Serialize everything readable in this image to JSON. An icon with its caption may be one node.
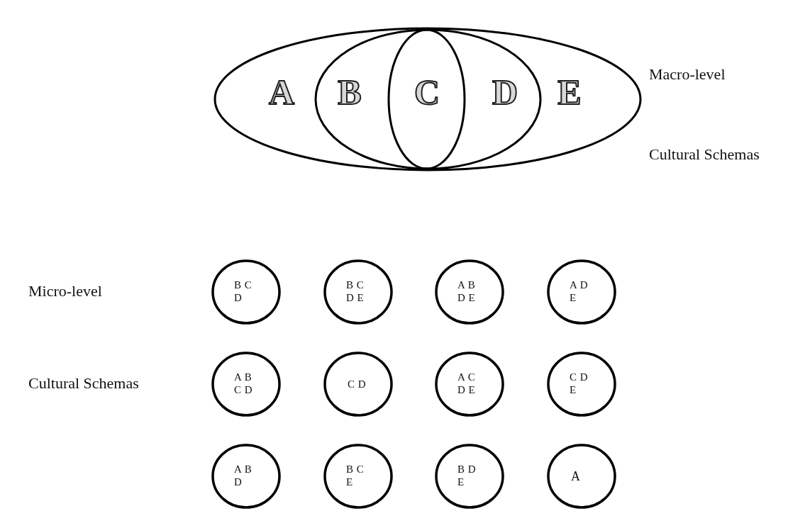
{
  "diagram": {
    "nodes": [
      {
        "text": [
          "A",
          "E"
        ]
      },
      {
        "text": [
          "B",
          "D"
        ],
        "in": 0
      },
      {
        "text": [
          "C"
        ],
        "in": 1
      },
      {
        "text": [
          "B C D"
        ]
      },
      {
        "text": [
          "B C D E"
        ]
      },
      {
        "text": [
          "A B D E"
        ]
      },
      {
        "text": [
          "A D E"
        ]
      },
      {
        "text": [
          "A B C D"
        ]
      },
      {
        "text": [
          "C D"
        ]
      },
      {
        "text": [
          "A C D E"
        ]
      },
      {
        "text": [
          "C D E"
        ]
      },
      {
        "text": [
          "A B D"
        ]
      },
      {
        "text": [
          "B C E"
        ]
      },
      {
        "text": [
          "B D E"
        ]
      },
      {
        "text": [
          "A"
        ]
      }
    ],
    "edges": [],
    "labels": [
      "Macro-level",
      "Cultural Schemas",
      "Micro-level",
      "Cultural Schemas"
    ]
  }
}
